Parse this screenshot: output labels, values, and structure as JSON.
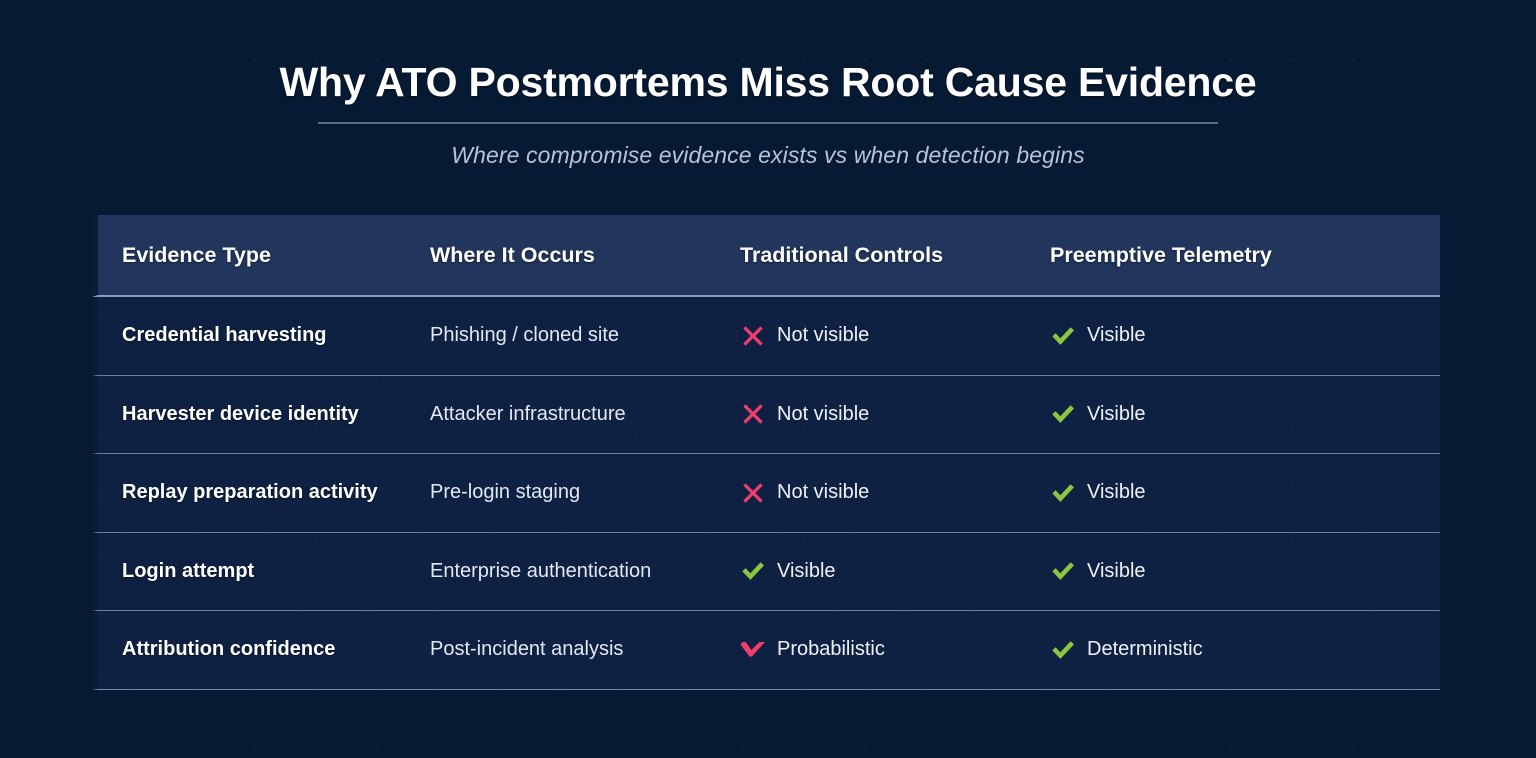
{
  "page": {
    "background_color": "#071A33",
    "title": "Why ATO Postmortems Miss Root Cause Evidence",
    "subtitle": "Where compromise evidence exists vs when detection begins"
  },
  "colors": {
    "background": "#071A33",
    "table_header_bg": "#22355C",
    "table_row_bg": "#0E2142",
    "accent_bar": "#0C1B36",
    "divider": "#8D9CC0",
    "row_separator": "#6F7E9D",
    "negative": "#F03D6B",
    "positive": "#8CC63F",
    "title_text": "#FFFFFF",
    "subtitle_text": "#B9C2D6",
    "body_text": "#E4E8F1"
  },
  "table": {
    "columns": [
      {
        "key": "evidence_type",
        "label": "Evidence Type"
      },
      {
        "key": "where_it_occurs",
        "label": "Where It Occurs"
      },
      {
        "key": "traditional_controls",
        "label": "Traditional Controls"
      },
      {
        "key": "preemptive_telemetry",
        "label": "Preemptive Telemetry"
      }
    ],
    "rows": [
      {
        "evidence_type": "Credential harvesting",
        "where_it_occurs": "Phishing / cloned site",
        "traditional_controls": {
          "icon": "cross-icon",
          "label": "Not visible",
          "state": "negative"
        },
        "preemptive_telemetry": {
          "icon": "check-icon",
          "label": "Visible",
          "state": "positive"
        }
      },
      {
        "evidence_type": "Harvester device identity",
        "where_it_occurs": "Attacker infrastructure",
        "traditional_controls": {
          "icon": "cross-icon",
          "label": "Not visible",
          "state": "negative"
        },
        "preemptive_telemetry": {
          "icon": "check-icon",
          "label": "Visible",
          "state": "positive"
        }
      },
      {
        "evidence_type": "Replay preparation activity",
        "where_it_occurs": "Pre-login staging",
        "traditional_controls": {
          "icon": "cross-icon",
          "label": "Not visible",
          "state": "negative"
        },
        "preemptive_telemetry": {
          "icon": "check-icon",
          "label": "Visible",
          "state": "positive"
        }
      },
      {
        "evidence_type": "Login attempt",
        "where_it_occurs": "Enterprise authentication",
        "traditional_controls": {
          "icon": "check-icon",
          "label": "Visible",
          "state": "positive"
        },
        "preemptive_telemetry": {
          "icon": "check-icon",
          "label": "Visible",
          "state": "positive"
        }
      },
      {
        "evidence_type": "Attribution confidence",
        "where_it_occurs": "Post-incident analysis",
        "traditional_controls": {
          "icon": "check-small-icon",
          "label": "Probabilistic",
          "state": "negative"
        },
        "preemptive_telemetry": {
          "icon": "check-icon",
          "label": "Deterministic",
          "state": "positive"
        }
      }
    ]
  }
}
